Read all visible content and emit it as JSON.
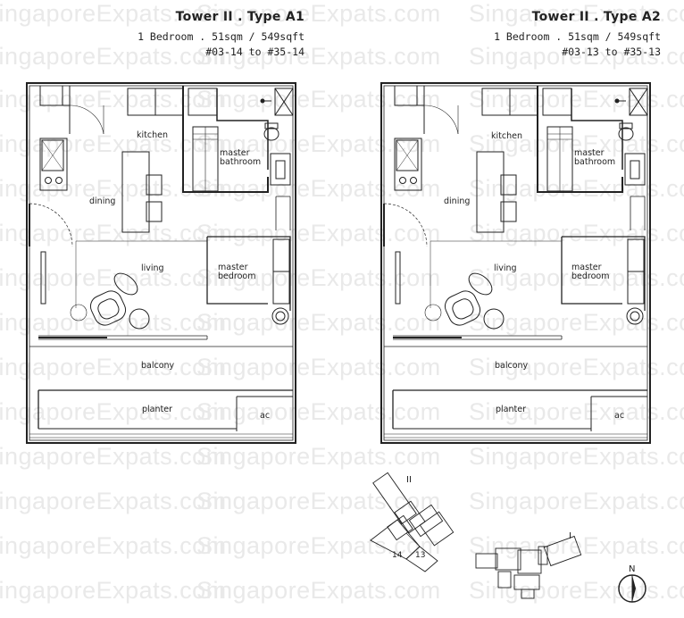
{
  "watermark": "SingaporeExpats.com",
  "unitA1": {
    "title": "Tower II . Type A1",
    "spec": "1 Bedroom . 51sqm / 549sqft",
    "units": "#03-14  to  #35-14",
    "rooms": {
      "kitchen": "kitchen",
      "master_bathroom_1": "master",
      "master_bathroom_2": "bathroom",
      "dining": "dining",
      "living": "living",
      "master_bedroom_1": "master",
      "master_bedroom_2": "bedroom",
      "balcony": "balcony",
      "planter": "planter",
      "ac": "ac"
    }
  },
  "unitA2": {
    "title": "Tower II . Type A2",
    "spec": "1 Bedroom . 51sqm / 549sqft",
    "units": "#03-13  to  #35-13",
    "rooms": {
      "kitchen": "kitchen",
      "master_bathroom_1": "master",
      "master_bathroom_2": "bathroom",
      "dining": "dining",
      "living": "living",
      "master_bedroom_1": "master",
      "master_bedroom_2": "bedroom",
      "balcony": "balcony",
      "planter": "planter",
      "ac": "ac"
    }
  },
  "keyplan": {
    "tower_ii": "II",
    "tower_i": "I",
    "unit_14": "14",
    "unit_13": "13",
    "north": "N"
  }
}
